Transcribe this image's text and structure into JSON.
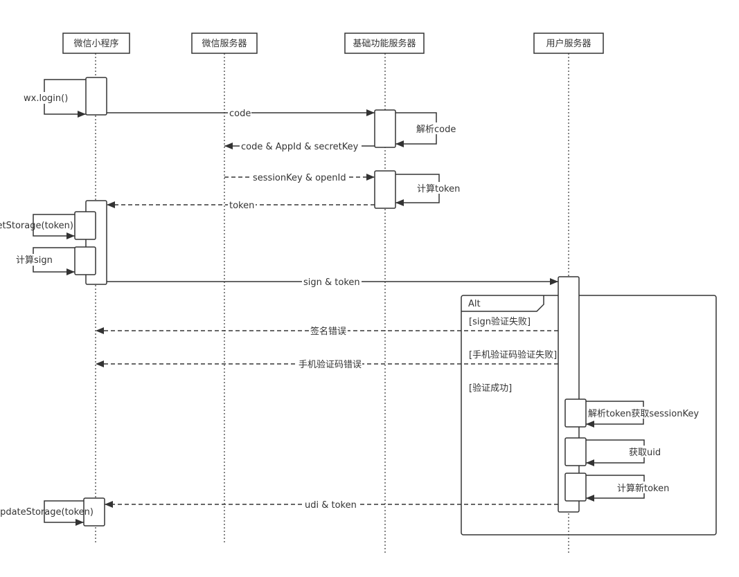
{
  "diagram": {
    "type": "sequence",
    "colors": {
      "line": "#333333",
      "fill": "#ffffff",
      "text": "#333333"
    },
    "participants": [
      {
        "id": "mini",
        "label": "微信小程序"
      },
      {
        "id": "wxsrv",
        "label": "微信服务器"
      },
      {
        "id": "base",
        "label": "基础功能服务器"
      },
      {
        "id": "user",
        "label": "用户服务器"
      }
    ],
    "messages": [
      {
        "label": "wx.login()"
      },
      {
        "label": "code"
      },
      {
        "label": "解析code"
      },
      {
        "label": "code & AppId & secretKey"
      },
      {
        "label": "sessionKey & openId"
      },
      {
        "label": "计算token"
      },
      {
        "label": "token"
      },
      {
        "label": "setStorage(token)"
      },
      {
        "label": "计算sign"
      },
      {
        "label": "sign & token"
      },
      {
        "label": "签名错误"
      },
      {
        "label": "手机验证码错误"
      },
      {
        "label": "解析token获取sessionKey"
      },
      {
        "label": "获取uid"
      },
      {
        "label": "计算新token"
      },
      {
        "label": "udi & token"
      },
      {
        "label": "updateStorage(token)"
      }
    ],
    "fragment": {
      "operator": "Alt",
      "guards": [
        "[sign验证失败]",
        "[手机验证码验证失败]",
        "[验证成功]"
      ]
    }
  }
}
